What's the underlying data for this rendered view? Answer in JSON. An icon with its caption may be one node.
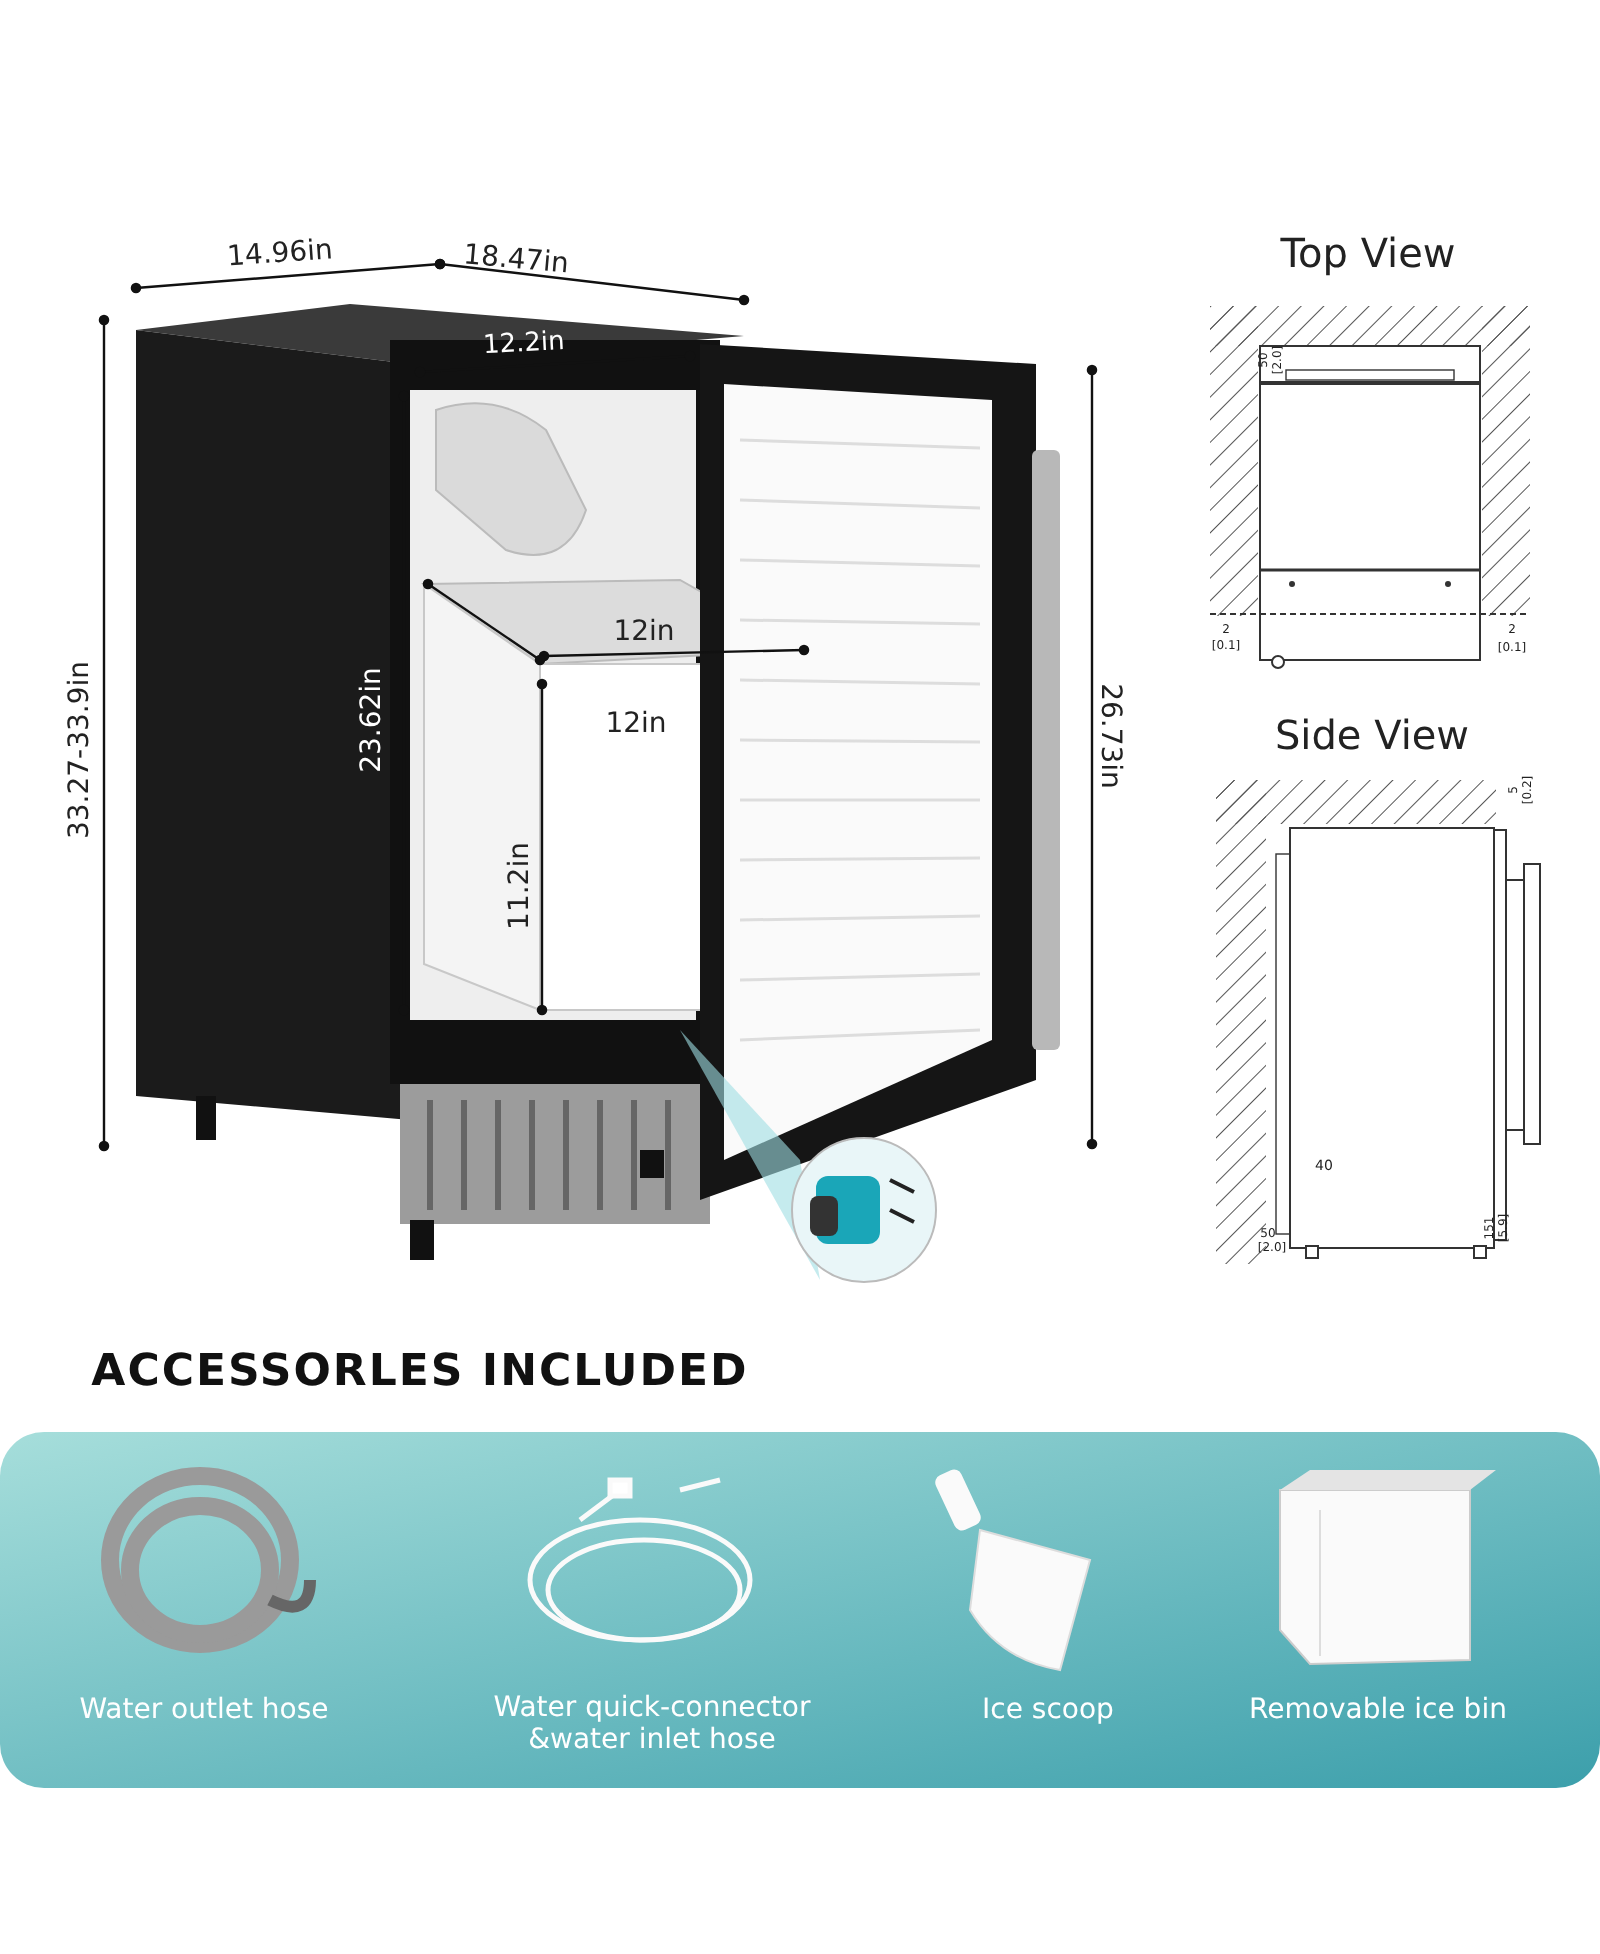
{
  "diagram": {
    "labels": [
      "14.96in",
      "18.47in",
      "Top View",
      "12.2in",
      "50",
      "[2.0]",
      "12in",
      "2",
      "[0.1]",
      "2",
      "[0.1]",
      "33.27-33.9in",
      "23.62in",
      "12in",
      "26.73in",
      "Side View",
      "5",
      "[0.2]",
      "11.2in",
      "40",
      "151",
      "[5.9]",
      "50",
      "[2.0]",
      "ACCESSORLES INCLUDED",
      "Water outlet hose",
      "Water quick-connector &water inlet hose",
      "Ice scoop",
      "Removable ice bin"
    ]
  }
}
